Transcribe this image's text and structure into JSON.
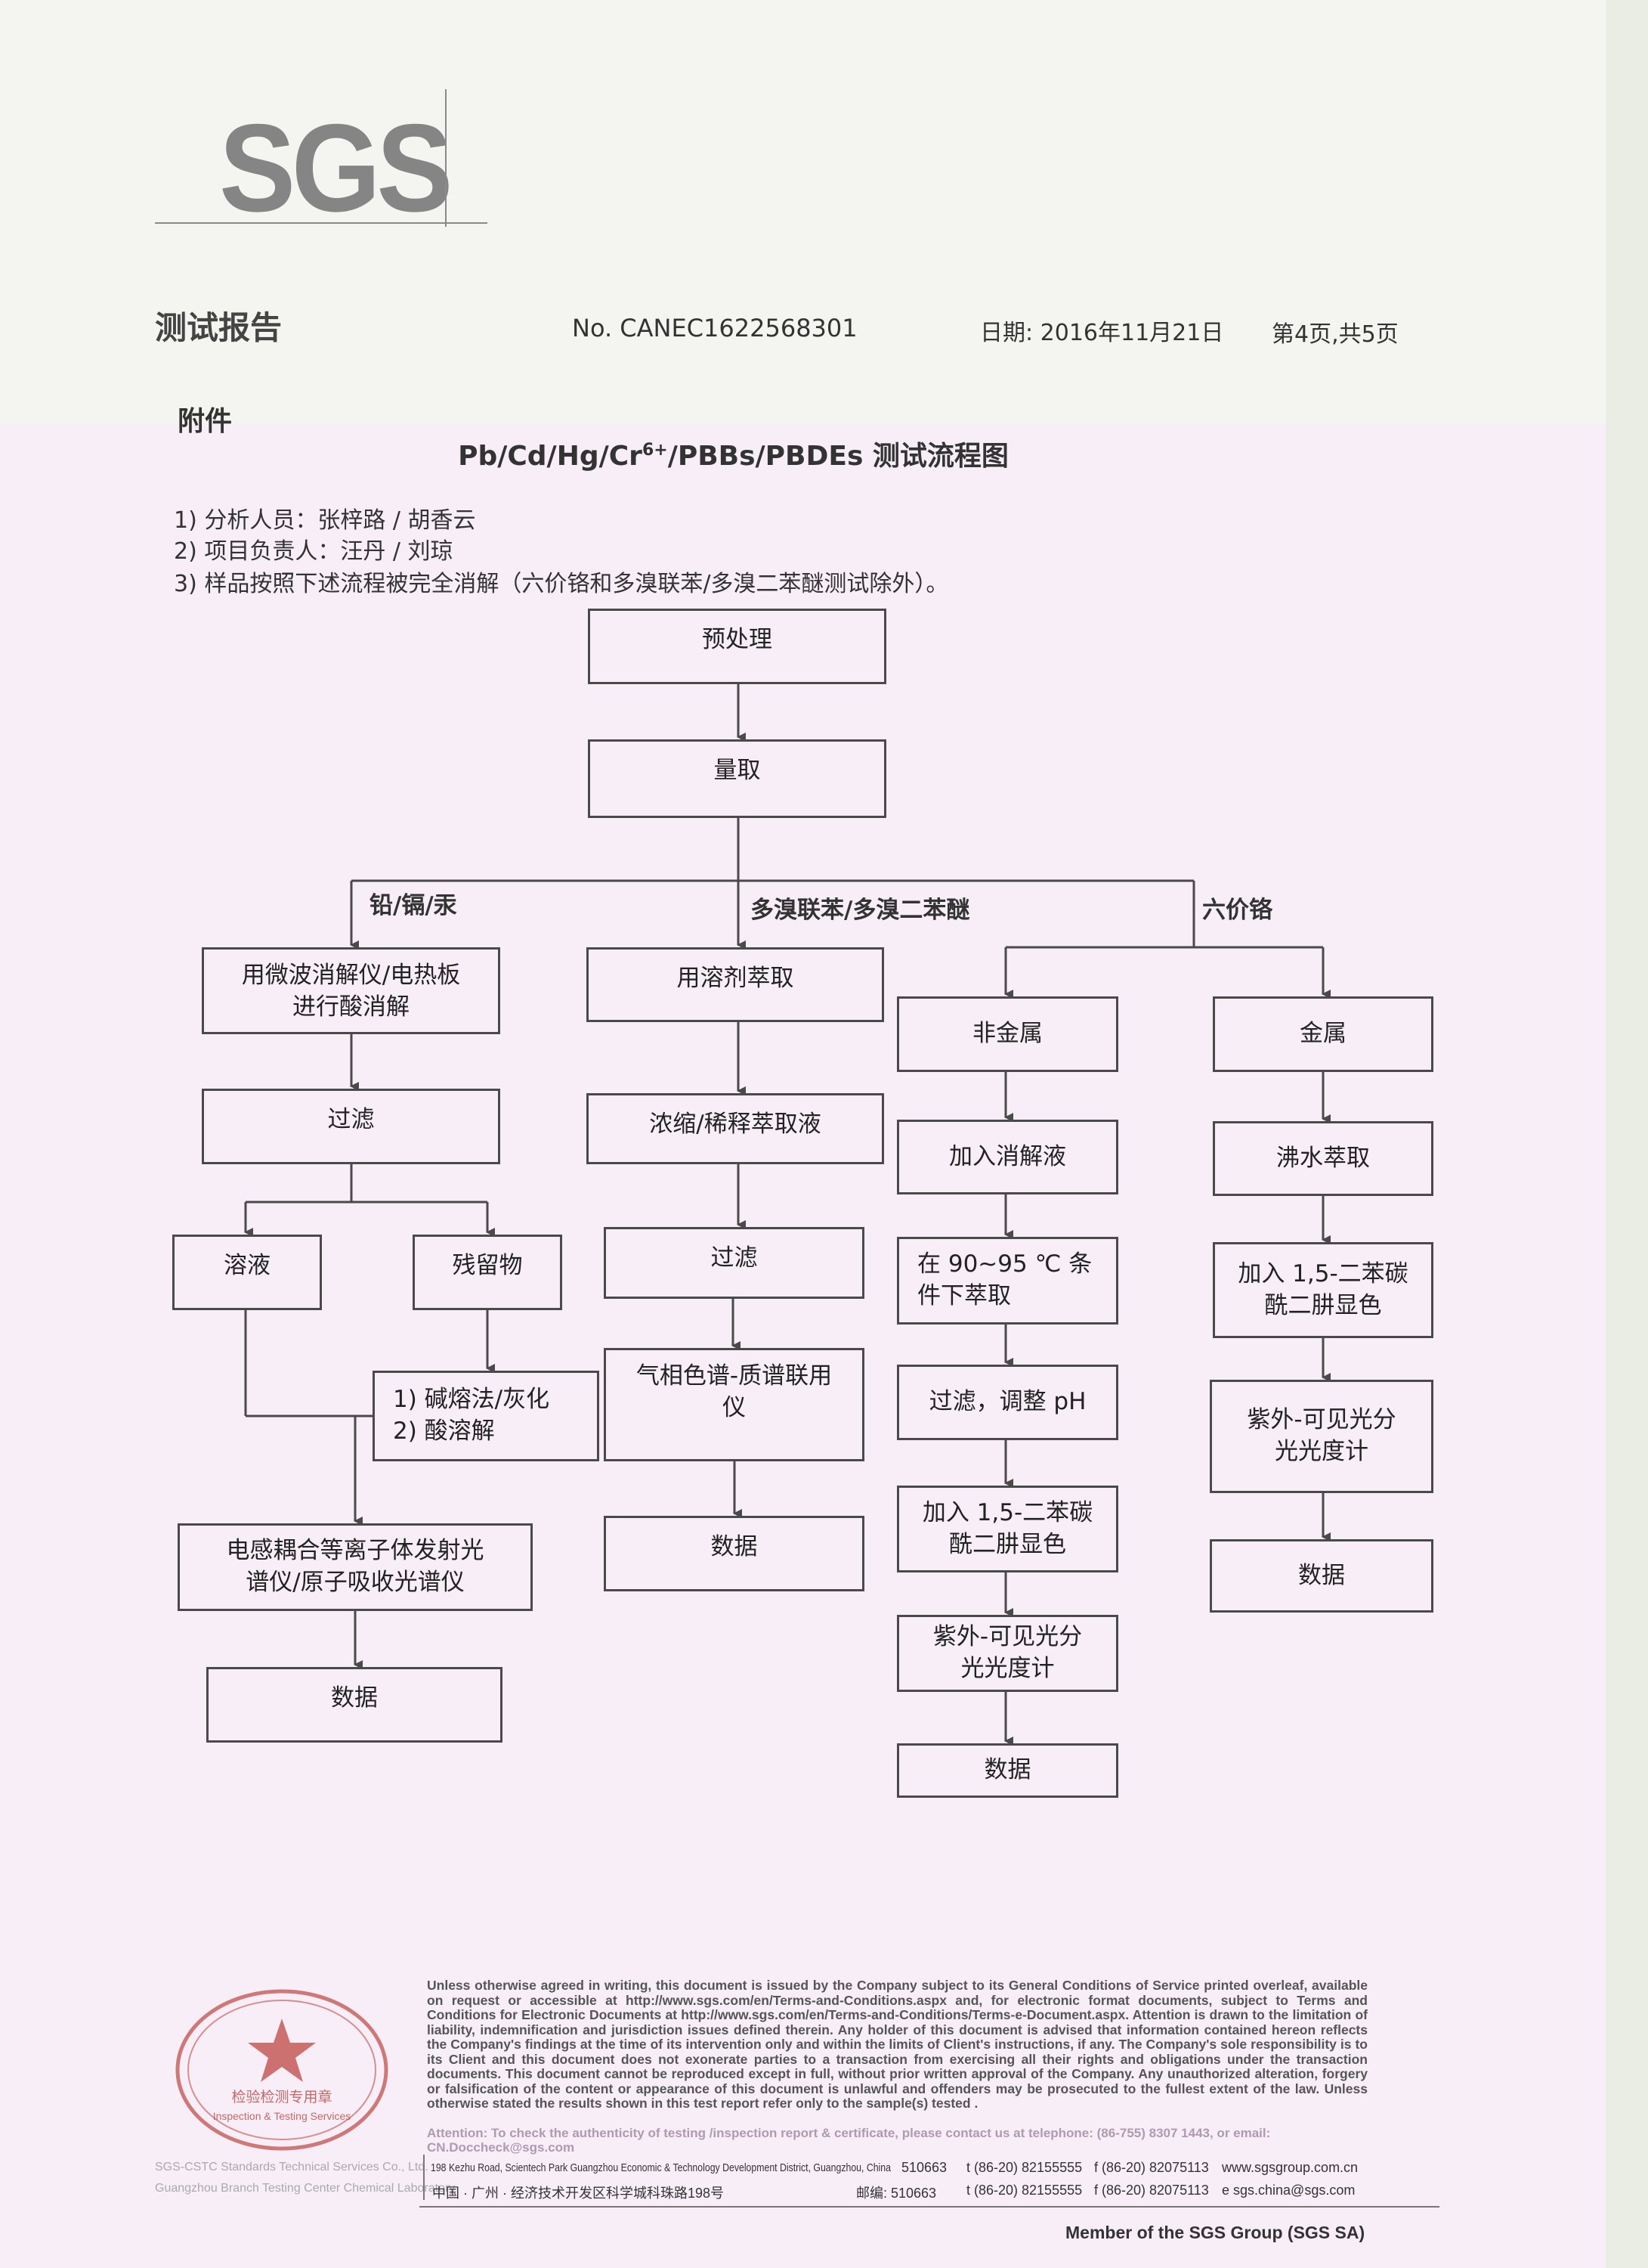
{
  "header": {
    "logo_text": "SGS",
    "doc_title": "测试报告",
    "doc_number": "No. CANEC1622568301",
    "date": "日期: 2016年11月21日",
    "page_info": "第4页,共5页"
  },
  "attachment_label": "附件",
  "flow_title_prefix": "Pb/Cd/Hg/Cr",
  "flow_title_sup": "6+",
  "flow_title_suffix": "/PBBs/PBDEs 测试流程图",
  "notes": [
    "1) 分析人员：张梓路 / 胡香云",
    "2) 项目负责人：汪丹 / 刘琼",
    "3) 样品按照下述流程被完全消解（六价铬和多溴联苯/多溴二苯醚测试除外）。"
  ],
  "flow": {
    "pretreat": "预处理",
    "measure": "量取",
    "branch_labels": {
      "metals": "铅/镉/汞",
      "pbb": "多溴联苯/多溴二苯醚",
      "cr": "六价铬"
    },
    "col1": {
      "digest_line1": "用微波消解仪/电热板",
      "digest_line2": "进行酸消解",
      "filter": "过滤",
      "solution": "溶液",
      "residue": "残留物",
      "fusion_line1": "1) 碱熔法/灰化",
      "fusion_line2": "2) 酸溶解",
      "icp_line1": "电感耦合等离子体发射光",
      "icp_line2": "谱仪/原子吸收光谱仪",
      "data": "数据"
    },
    "col2": {
      "extract": "用溶剂萃取",
      "concentrate": "浓缩/稀释萃取液",
      "filter": "过滤",
      "gcms_line1": "气相色谱-质谱联用",
      "gcms_line2": "仪",
      "data": "数据"
    },
    "col3": {
      "nonmetal": "非金属",
      "add_digest": "加入消解液",
      "heat_line1": "在  90~95 ℃ 条",
      "heat_line2": "件下萃取",
      "filter_ph": "过滤，调整 pH",
      "color_line1": "加入 1,5-二苯碳",
      "color_line2": "酰二肼显色",
      "uv_line1": "紫外-可见光分",
      "uv_line2": "光光度计",
      "data": "数据"
    },
    "col4": {
      "metal": "金属",
      "boil": "沸水萃取",
      "color_line1": "加入 1,5-二苯碳",
      "color_line2": "酰二肼显色",
      "uv_line1": "紫外-可见光分",
      "uv_line2": "光光度计",
      "data": "数据"
    }
  },
  "footer": {
    "p1": "Unless otherwise agreed in writing, this document is issued by the Company subject to its General Conditions of Service printed overleaf, available on request or accessible at ",
    "link1": "http://www.sgs.com/en/Terms-and-Conditions.aspx",
    "p2": " and, for electronic format documents, subject to Terms and Conditions for Electronic Documents at ",
    "link2": "http://www.sgs.com/en/Terms-and-Conditions/Terms-e-Document.aspx",
    "p3": ". Attention is drawn to the limitation of liability, indemnification and jurisdiction issues defined therein. Any holder of this document is advised that information contained hereon reflects the Company's findings at the time of its intervention only and within the limits of Client's instructions, if any. The Company's sole responsibility is to its Client and this document does not exonerate parties to a transaction from exercising all their rights and obligations under the transaction documents. This document cannot be reproduced except in full, without prior written approval of the Company. Any unauthorized alteration, forgery or falsification of the content or appearance of this document is unlawful and offenders may be prosecuted to the fullest extent of the law. Unless otherwise stated the results shown in this test report refer only to the sample(s) tested .",
    "attention": "Attention: To check the authenticity of testing /inspection report & certificate, please contact us at telephone: (86-755) 8307 1443, or email: CN.Doccheck@sgs.com",
    "company_en1": "SGS-CSTC Standards Technical Services Co., Ltd.",
    "company_en2": "Guangzhou Branch Testing Center Chemical Laboratory",
    "addr_en": "198 Kezhu Road, Scientech Park Guangzhou Economic & Technology Development District, Guangzhou, China",
    "zip_en": "510663",
    "tel": "t (86-20) 82155555",
    "fax": "f (86-20) 82075113",
    "web": "www.sgsgroup.com.cn",
    "addr_cn": "中国 · 广州 · 经济技术开发区科学城科珠路198号",
    "zip_cn": "邮编: 510663",
    "tel2": "t (86-20) 82155555",
    "fax2": "f (86-20) 82075113",
    "email": "e  sgs.china@sgs.com",
    "member": "Member of the SGS Group (SGS SA)",
    "stamp_text": "检验检测专用章",
    "stamp_en": "Inspection & Testing Services"
  },
  "colors": {
    "line": "#4a4a4a",
    "stamp": "#c0504d",
    "band": "#f7eef7"
  }
}
